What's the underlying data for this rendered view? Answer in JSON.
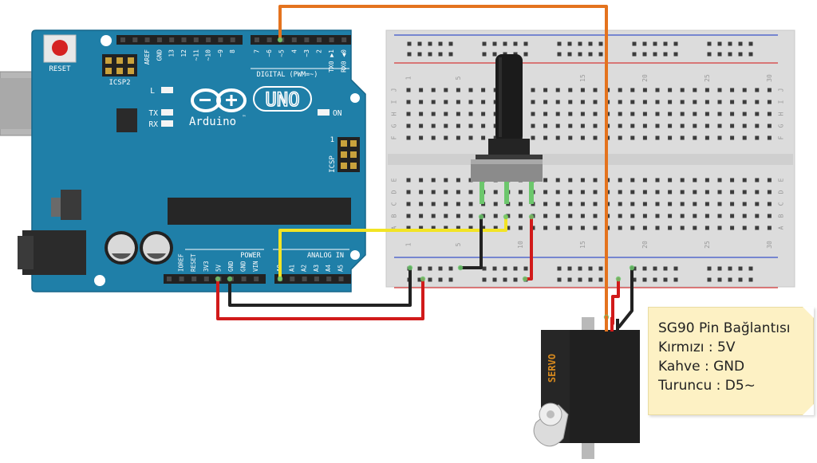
{
  "arduino": {
    "reset_label": "RESET",
    "icsp2_label": "ICSP2",
    "logo_text": "Arduino",
    "tm": "™",
    "uno_text": "UNO",
    "on_label": "ON",
    "led_l": "L",
    "led_tx": "TX",
    "led_rx": "RX",
    "icsp_label": "ICSP",
    "icsp_num": "1",
    "digital_label": "DIGITAL (PWM=~)",
    "digital_pins": [
      "AREF",
      "GND",
      "13",
      "12",
      "~11",
      "~10",
      "~9",
      "8",
      "7",
      "~6",
      "~5",
      "4",
      "~3",
      "2",
      "TX0 ▶1",
      "RX0 ◀0"
    ],
    "power_label": "POWER",
    "analog_label": "ANALOG IN",
    "power_pins": [
      "IOREF",
      "RESET",
      "3V3",
      "5V",
      "GND",
      "GND",
      "VIN"
    ],
    "analog_pins": [
      "A0",
      "A1",
      "A2",
      "A3",
      "A4",
      "A5"
    ]
  },
  "breadboard": {
    "col_numbers": [
      "1",
      "5",
      "10",
      "15",
      "20",
      "25",
      "30"
    ],
    "row_letters_top": [
      "J",
      "I",
      "H",
      "G",
      "F"
    ],
    "row_letters_bottom": [
      "E",
      "D",
      "C",
      "B",
      "A"
    ]
  },
  "servo": {
    "label": "SERVO"
  },
  "note": {
    "title": "SG90 Pin Bağlantısı",
    "line1": "Kırmızı : 5V",
    "line2": "Kahve : GND",
    "line3": "Turuncu : D5~"
  },
  "colors": {
    "board": "#1f7fa8",
    "wire_orange": "#e4731e",
    "wire_red": "#d11a1a",
    "wire_black": "#222222",
    "wire_yellow": "#f2e424",
    "note_bg": "#fdf1c4"
  }
}
